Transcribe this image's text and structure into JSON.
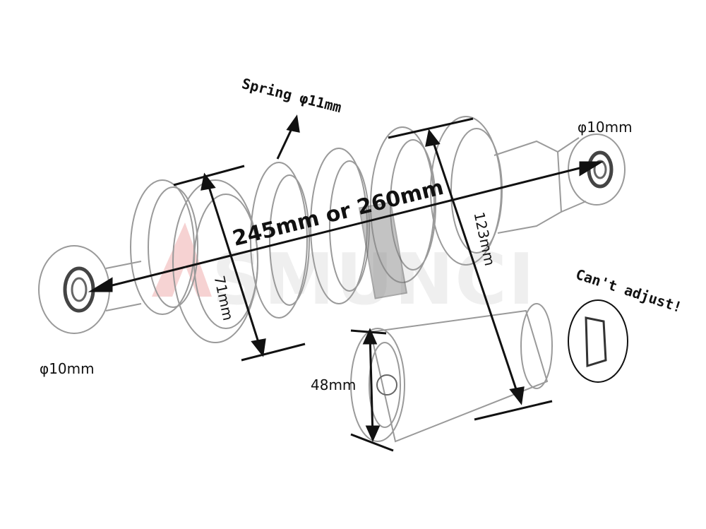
{
  "labels": {
    "spring": "Spring φ11mm",
    "eye_right": "φ10mm",
    "eye_left": "φ10mm",
    "length": "245mm or 260mm",
    "spring_dia": "71mm",
    "reservoir_len": "123mm",
    "reservoir_dia": "48mm",
    "note": "Can't adjust!"
  },
  "watermark": {
    "text": "ASMUNCI",
    "color": "#e06060"
  },
  "colors": {
    "ink": "#111111",
    "sketch": "#9a9a9a",
    "sketch_dark": "#555555"
  }
}
